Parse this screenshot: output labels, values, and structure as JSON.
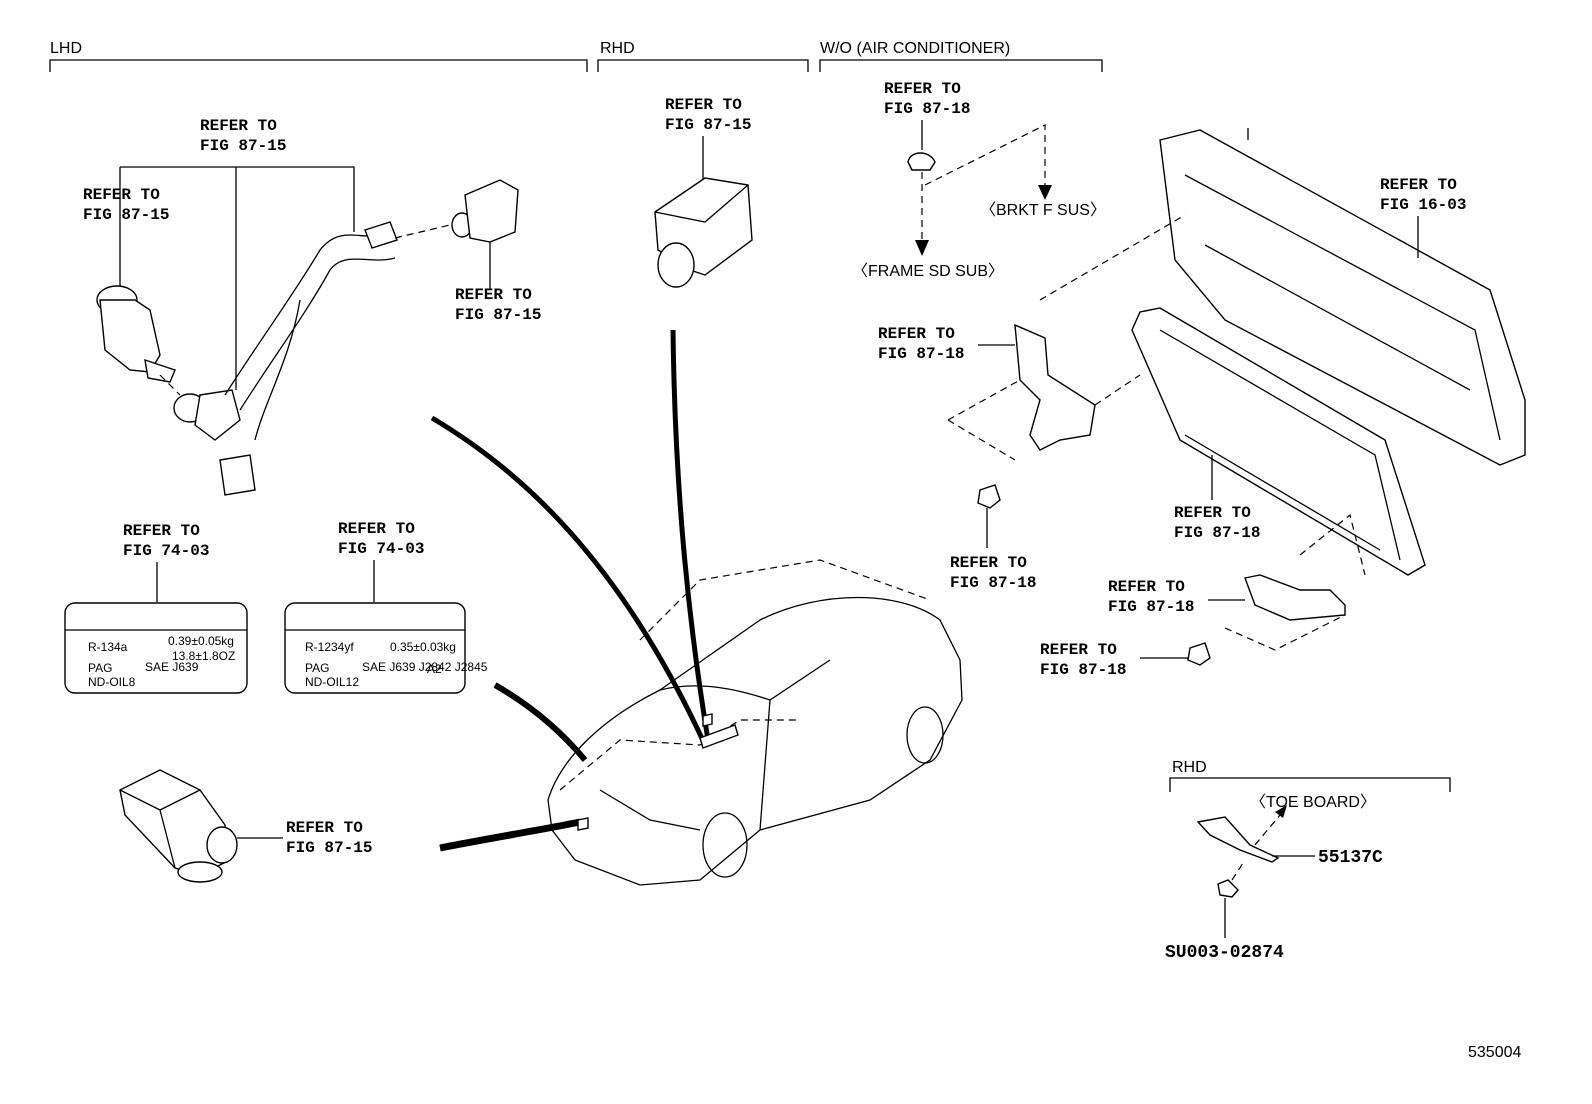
{
  "sections": {
    "lhd": "LHD",
    "rhd_top": "RHD",
    "wo_ac": "W/O (AIR CONDITIONER)",
    "rhd_bottom": "RHD"
  },
  "refs": {
    "top_center": [
      "REFER TO",
      "FIG 87-15"
    ],
    "left_upper": [
      "REFER TO",
      "FIG 87-15"
    ],
    "sensor_right": [
      "REFER TO",
      "FIG 87-15"
    ],
    "rhd_sensor": [
      "REFER TO",
      "FIG 87-15"
    ],
    "label_left": [
      "REFER TO",
      "FIG 74-03"
    ],
    "label_right": [
      "REFER TO",
      "FIG 74-03"
    ],
    "bottom_sensor": [
      "REFER TO",
      "FIG 87-15"
    ],
    "clip": [
      "REFER TO",
      "FIG 87-18"
    ],
    "radiator": [
      "REFER TO",
      "FIG 16-03"
    ],
    "bracket_upper": [
      "REFER TO",
      "FIG 87-18"
    ],
    "bolt_upper": [
      "REFER TO",
      "FIG 87-18"
    ],
    "condenser": [
      "REFER TO",
      "FIG 87-18"
    ],
    "bracket_lower": [
      "REFER TO",
      "FIG 87-18"
    ],
    "bolt_lower": [
      "REFER TO",
      "FIG 87-18"
    ]
  },
  "callouts": {
    "brkt": "〈BRKT F SUS〉",
    "frame": "〈FRAME SD SUB〉",
    "toe_board": "〈TOE BOARD〉"
  },
  "labels": {
    "left": {
      "refrigerant": "R-134a",
      "amount_kg": "0.39±0.05kg",
      "amount_oz": "13.8±1.8OZ",
      "oil_type": "PAG",
      "small_text": "SAE J639",
      "oil_name": "ND-OIL8"
    },
    "right": {
      "refrigerant": "R-1234yf",
      "amount_kg": "0.35±0.03kg",
      "oil_type": "PAG",
      "small_text": "SAE J639 J2842 J2845",
      "suffix": "A2",
      "oil_name": "ND-OIL12"
    }
  },
  "parts": {
    "bracket_no": "55137C",
    "clip_no": "SU003-02874"
  },
  "figure_id": "535004"
}
